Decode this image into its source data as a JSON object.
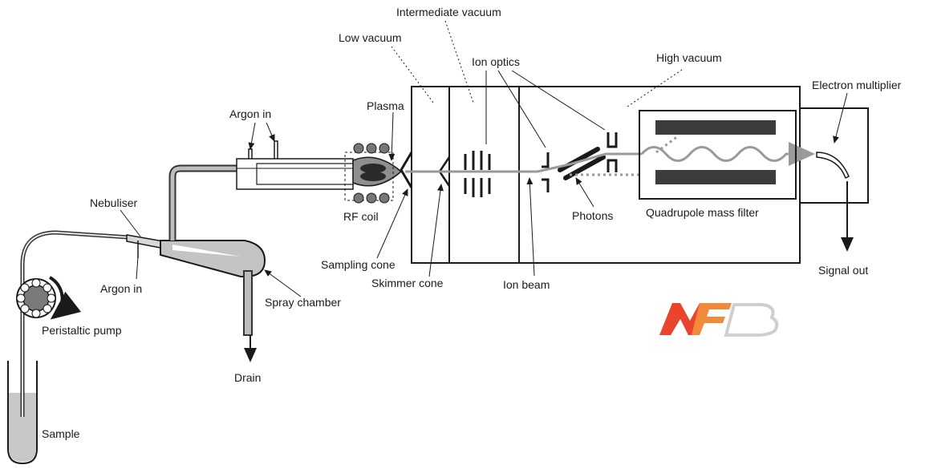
{
  "labels": {
    "intermediate_vacuum": "Intermediate vacuum",
    "low_vacuum": "Low vacuum",
    "ion_optics": "Ion optics",
    "high_vacuum": "High vacuum",
    "electron_multiplier": "Electron multiplier",
    "argon_in_top": "Argon in",
    "plasma": "Plasma",
    "nebuliser": "Nebuliser",
    "rf_coil": "RF coil",
    "photons": "Photons",
    "quadrupole": "Quadrupole mass filter",
    "sampling_cone": "Sampling cone",
    "skimmer_cone": "Skimmer cone",
    "ion_beam": "Ion beam",
    "signal_out": "Signal out",
    "argon_in_bottom": "Argon in",
    "spray_chamber": "Spray chamber",
    "peristaltic_pump": "Peristaltic pump",
    "drain": "Drain",
    "sample": "Sample"
  },
  "watermark": {
    "text": "NFB",
    "colors": [
      "#e8452c",
      "#f28a3b",
      "#cfcfcf"
    ]
  }
}
